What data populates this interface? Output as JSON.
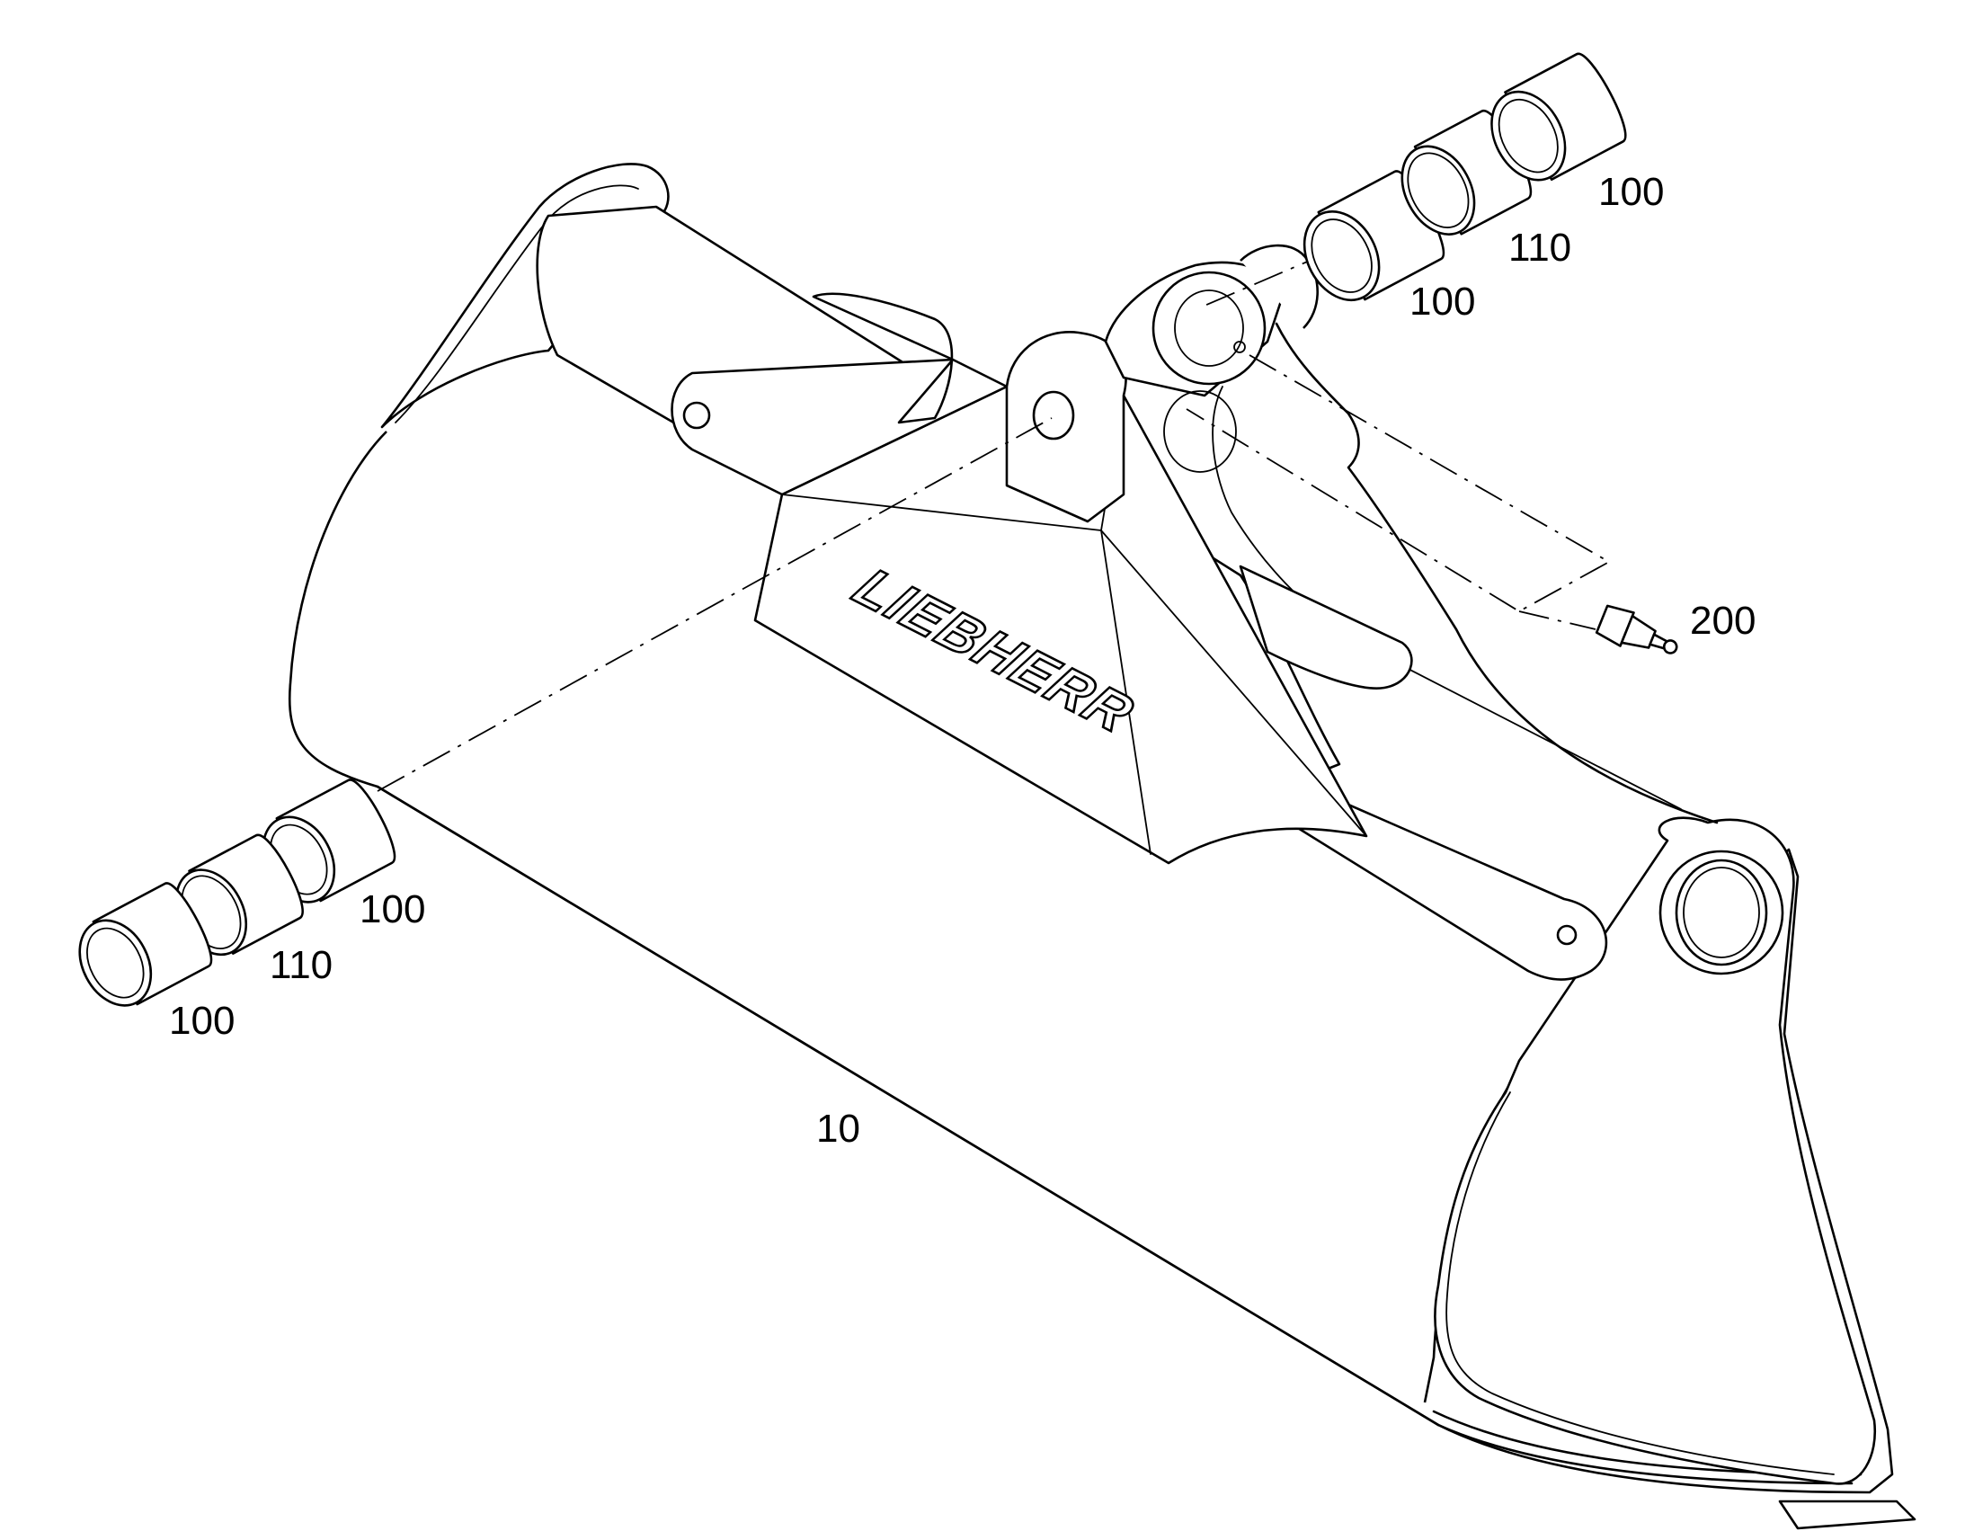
{
  "diagram": {
    "brand_logo": "LIEBHERR",
    "labels": {
      "main_body": "10",
      "bushing_top_outer": "100",
      "spacer_top": "110",
      "bushing_top_inner": "100",
      "grease_nipple": "200",
      "bushing_left_inner": "100",
      "spacer_left": "110",
      "bushing_left_outer": "100"
    }
  }
}
